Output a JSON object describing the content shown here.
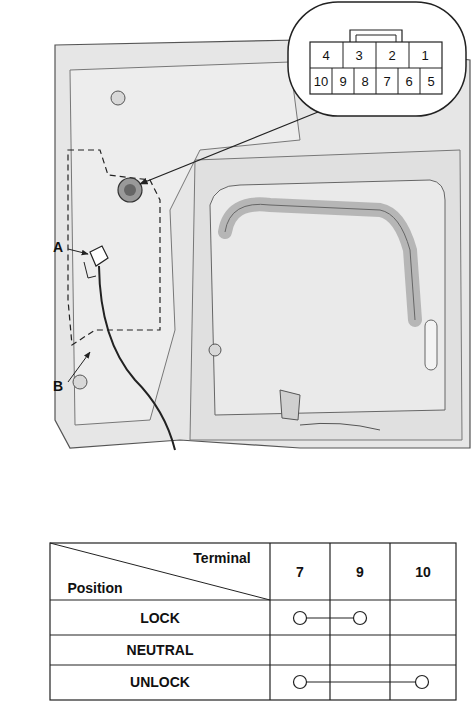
{
  "diagram": {
    "labels": [
      "4",
      "3",
      "2",
      "1",
      "10",
      "9",
      "8",
      "7",
      "6",
      "5",
      "A",
      "B",
      "Terminal",
      "Position",
      "7",
      "9",
      "10",
      "LOCK",
      "NEUTRAL",
      "UNLOCK"
    ]
  }
}
